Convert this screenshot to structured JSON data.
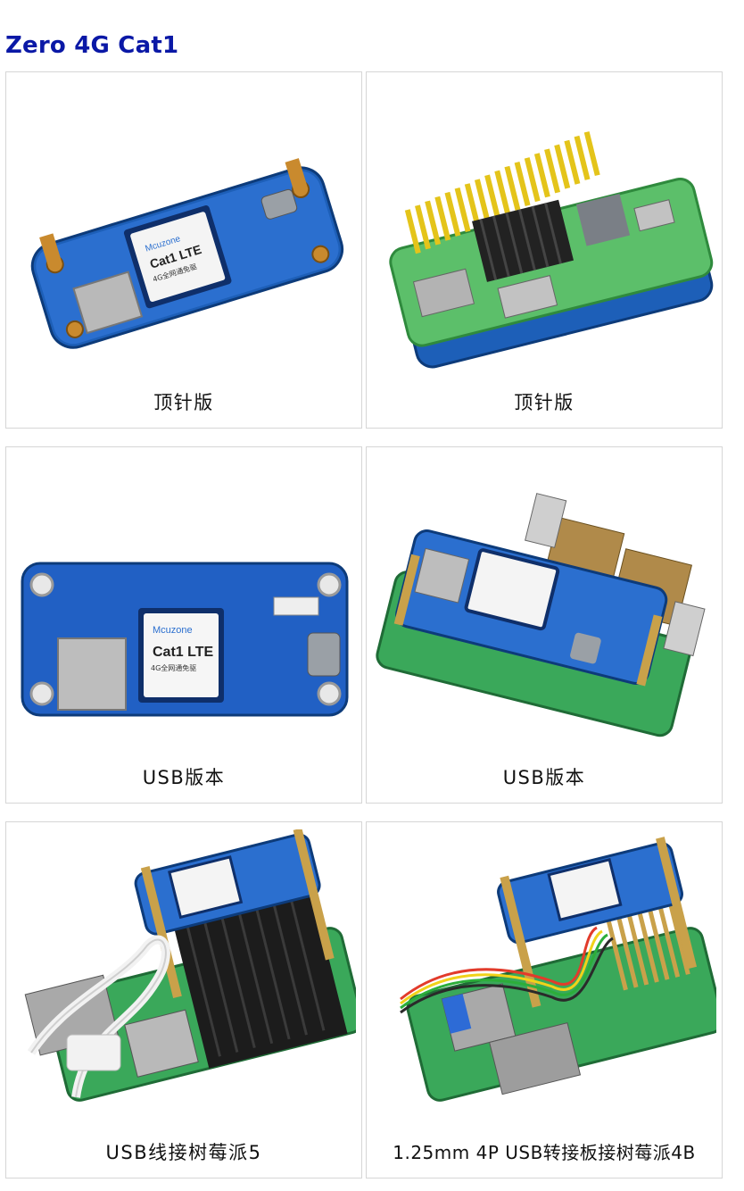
{
  "page": {
    "title": "Zero 4G Cat1"
  },
  "products": [
    {
      "caption": "顶针版",
      "image": "pcb-with-pogo-pins-photo"
    },
    {
      "caption": "顶针版",
      "image": "pcb-stacked-on-pi-zero-photo"
    },
    {
      "caption": "USB版本",
      "image": "pcb-usb-version-photo"
    },
    {
      "caption": "USB版本",
      "image": "pcb-on-orange-pi-photo"
    },
    {
      "caption": "USB线接树莓派5",
      "image": "pcb-on-raspberry-pi-5-photo"
    },
    {
      "caption": "1.25mm 4P USB转接板接树莓派4B",
      "image": "pcb-on-raspberry-pi-4b-photo"
    }
  ],
  "board_labels": {
    "module_brand": "Mcuzone",
    "module_name": "Cat1 LTE",
    "module_sub": "4G全网通免驱"
  }
}
